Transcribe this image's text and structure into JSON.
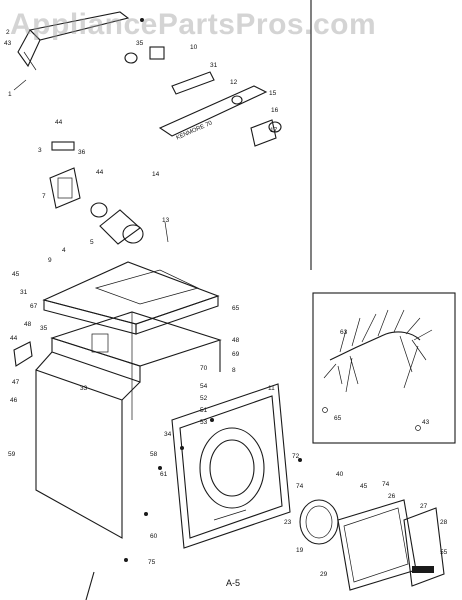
{
  "watermark": {
    "text": "AppliancePartsPros.com"
  },
  "diagram": {
    "page_label": "A-5",
    "console_text": "KENMORE 70",
    "part_labels": [
      "2",
      "43",
      "1",
      "35",
      "10",
      "31",
      "12",
      "15",
      "16",
      "17",
      "44",
      "3",
      "36",
      "44",
      "7",
      "14",
      "13",
      "4",
      "5",
      "65",
      "9",
      "45",
      "31",
      "67",
      "48",
      "44",
      "47",
      "46",
      "48",
      "69",
      "8",
      "70",
      "11",
      "54",
      "52",
      "51",
      "53",
      "34",
      "59",
      "58",
      "61",
      "72",
      "60",
      "75",
      "74",
      "40",
      "45",
      "74",
      "26",
      "27",
      "28",
      "23",
      "19",
      "55",
      "29",
      "43",
      "63",
      "65",
      "35",
      "33"
    ]
  }
}
